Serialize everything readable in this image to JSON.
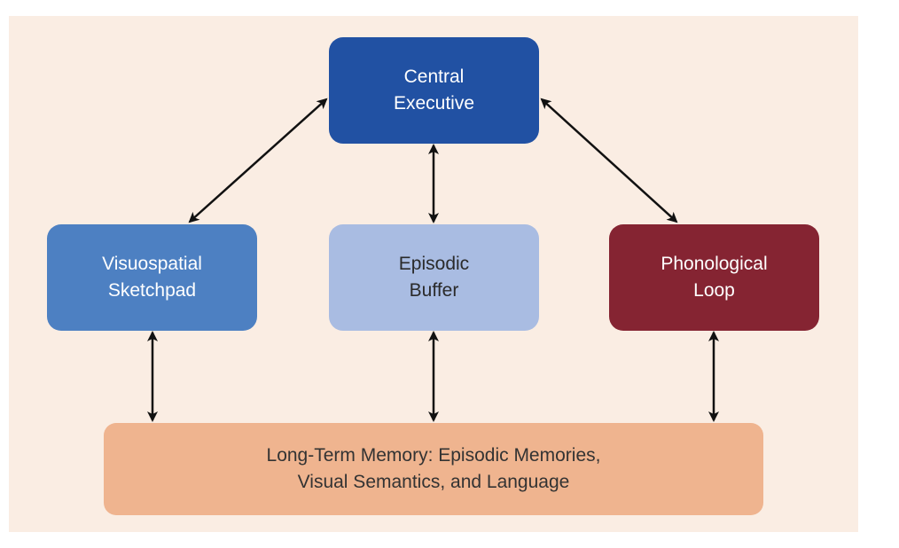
{
  "nodes": {
    "central_executive": {
      "line1": "Central",
      "line2": "Executive"
    },
    "visuospatial": {
      "line1": "Visuospatial",
      "line2": "Sketchpad"
    },
    "episodic_buffer": {
      "line1": "Episodic",
      "line2": "Buffer"
    },
    "phonological": {
      "line1": "Phonological",
      "line2": "Loop"
    },
    "long_term_memory": {
      "line1": "Long-Term Memory: Episodic Memories,",
      "line2": "Visual Semantics, and Language"
    }
  },
  "connections": [
    {
      "from": "central_executive",
      "to": "visuospatial",
      "direction": "bidirectional"
    },
    {
      "from": "central_executive",
      "to": "episodic_buffer",
      "direction": "bidirectional"
    },
    {
      "from": "central_executive",
      "to": "phonological",
      "direction": "bidirectional"
    },
    {
      "from": "visuospatial",
      "to": "long_term_memory",
      "direction": "bidirectional"
    },
    {
      "from": "episodic_buffer",
      "to": "long_term_memory",
      "direction": "bidirectional"
    },
    {
      "from": "phonological",
      "to": "long_term_memory",
      "direction": "bidirectional"
    }
  ],
  "colors": {
    "background": "#faede3",
    "central_executive": "#2151a3",
    "visuospatial": "#4d80c2",
    "episodic_buffer": "#a9bce2",
    "phonological": "#852432",
    "long_term_memory": "#efb48f",
    "arrow": "#111111"
  }
}
